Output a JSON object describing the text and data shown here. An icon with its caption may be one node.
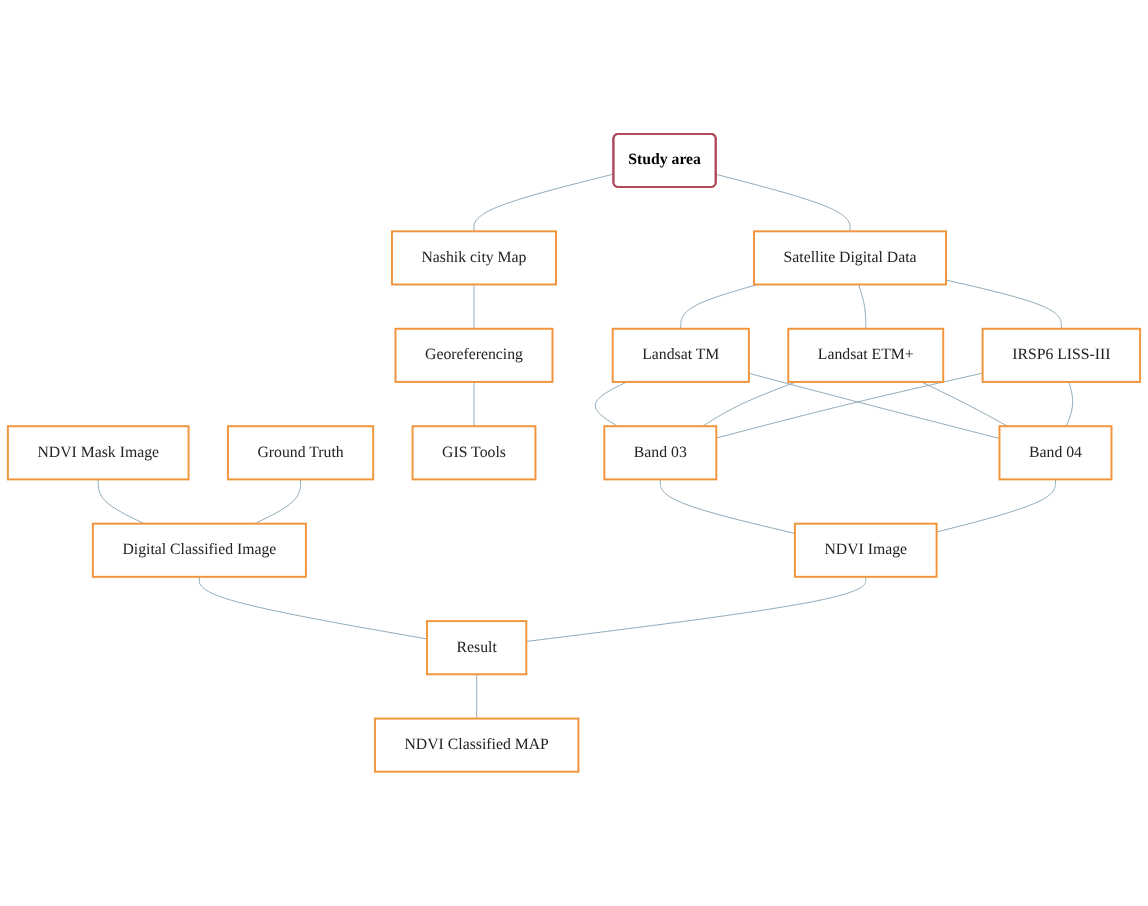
{
  "diagram": {
    "nodes": [
      {
        "text": [
          "Study area"
        ]
      },
      {
        "text": [
          "Nashik city Map"
        ]
      },
      {
        "text": [
          "Satellite Digital Data"
        ]
      },
      {
        "text": [
          "Georeferencing"
        ]
      },
      {
        "text": [
          "Landsat TM"
        ]
      },
      {
        "text": [
          "Landsat ETM+"
        ]
      },
      {
        "text": [
          "IRSP6 LISS-III"
        ]
      },
      {
        "text": [
          "GIS Tools"
        ]
      },
      {
        "text": [
          "Band 03"
        ]
      },
      {
        "text": [
          "Band 04"
        ]
      },
      {
        "text": [
          "NDVI Mask Image"
        ]
      },
      {
        "text": [
          "NDVI Image"
        ]
      },
      {
        "text": [
          "Ground Truth"
        ]
      },
      {
        "text": [
          "Digital Classified Image"
        ]
      },
      {
        "text": [
          "Result"
        ]
      },
      {
        "text": [
          "NDVI Classified MAP"
        ]
      }
    ],
    "edges": [
      {
        "from": 0,
        "to": 1,
        "arrow": "none"
      },
      {
        "from": 0,
        "to": 2,
        "arrow": "none"
      },
      {
        "from": 1,
        "to": 3,
        "arrow": "none"
      },
      {
        "from": 3,
        "to": 7,
        "arrow": "none"
      },
      {
        "from": 2,
        "to": 4,
        "arrow": "none"
      },
      {
        "from": 2,
        "to": 5,
        "arrow": "none"
      },
      {
        "from": 2,
        "to": 6,
        "arrow": "none"
      },
      {
        "from": 4,
        "to": 8,
        "arrow": "none"
      },
      {
        "from": 4,
        "to": 9,
        "arrow": "none"
      },
      {
        "from": 5,
        "to": 8,
        "arrow": "none"
      },
      {
        "from": 5,
        "to": 9,
        "arrow": "none"
      },
      {
        "from": 6,
        "to": 8,
        "arrow": "none"
      },
      {
        "from": 6,
        "to": 9,
        "arrow": "none"
      },
      {
        "from": 8,
        "to": 11,
        "arrow": "none"
      },
      {
        "from": 9,
        "to": 11,
        "arrow": "none"
      },
      {
        "from": 10,
        "to": 13,
        "arrow": "none"
      },
      {
        "from": 12,
        "to": 13,
        "arrow": "none"
      },
      {
        "from": 13,
        "to": 14,
        "arrow": "none"
      },
      {
        "from": 11,
        "to": 14,
        "arrow": "none"
      },
      {
        "from": 14,
        "to": 15,
        "arrow": "none"
      }
    ]
  }
}
